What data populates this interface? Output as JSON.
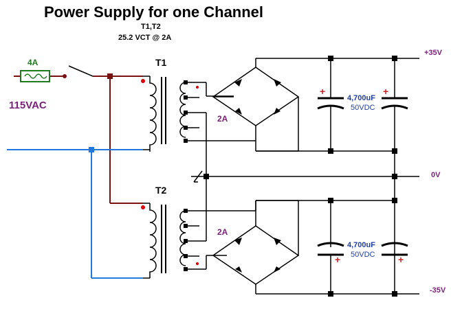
{
  "title": "Power Supply for one Channel",
  "transformer_ref": "T1,T2",
  "transformer_rating": "25.2 VCT @ 2A",
  "fuse_rating": "4A",
  "mains_label": "115VAC",
  "transformers": [
    "T1",
    "T2"
  ],
  "bridge_ratings": [
    "2A",
    "2A"
  ],
  "capacitors": [
    {
      "value": "4,700uF",
      "voltage": "50VDC"
    },
    {
      "value": "4,700uF",
      "voltage": "50VDC"
    }
  ],
  "polarity_marks": [
    "+",
    "+",
    "+",
    "+"
  ],
  "rails": {
    "positive": "+35V",
    "ground": "0V",
    "negative": "-35V"
  },
  "colors": {
    "hot_wire": "#7b1010",
    "neutral_wire": "#2277dd",
    "fuse_label": "#1f7a1f",
    "rating_label": "#7a1f7a",
    "cap_label": "#1f3fa0",
    "polarity": "#cc2222",
    "phase_dot": "#dd0000"
  }
}
